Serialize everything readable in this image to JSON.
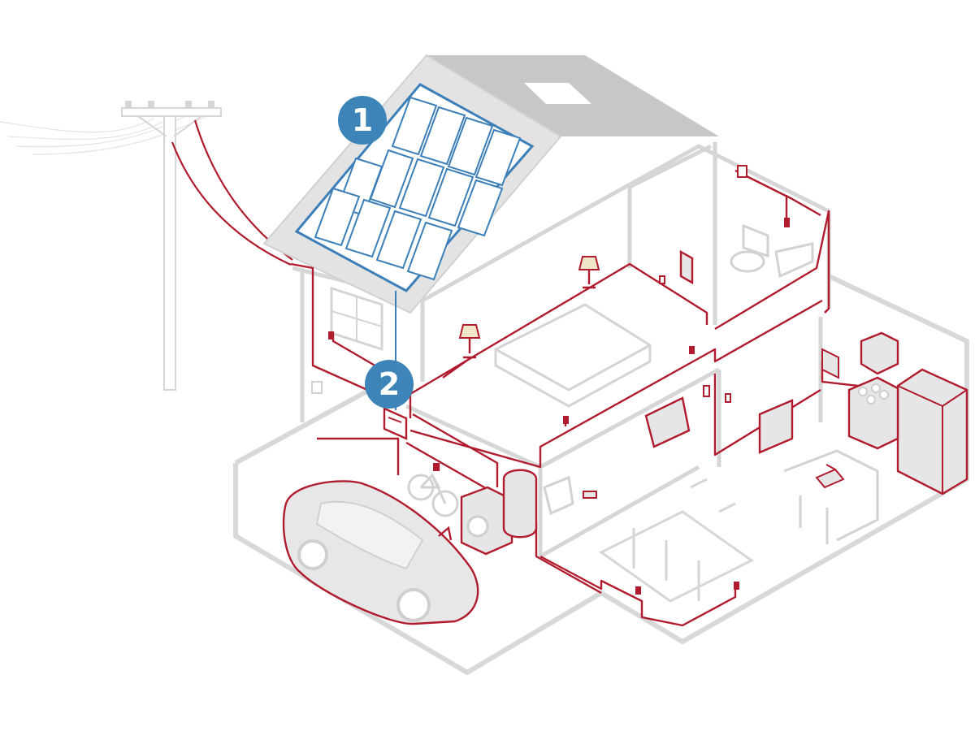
{
  "colors": {
    "wiring": "#b01c2e",
    "solar": "#3d7fb8",
    "marker": "#3d85b8",
    "structure": "#d8d8d8",
    "roof": "#c6c6c6",
    "appliance": "#e6e6e6",
    "pole": "#dcdcdc"
  },
  "markers": [
    {
      "label": "1",
      "name": "solar-panel-array-marker"
    },
    {
      "label": "2",
      "name": "inverter-marker"
    }
  ],
  "icons": [
    "utility-pole-icon",
    "solar-panel-icon",
    "inverter-icon",
    "car-icon",
    "bicycle-icon",
    "washing-machine-icon",
    "water-heater-icon",
    "bed-icon",
    "lamp-icon",
    "toilet-icon",
    "sink-icon",
    "tv-icon",
    "refrigerator-icon",
    "stove-icon",
    "microwave-icon",
    "dishwasher-icon",
    "laptop-icon",
    "dining-table-icon"
  ]
}
